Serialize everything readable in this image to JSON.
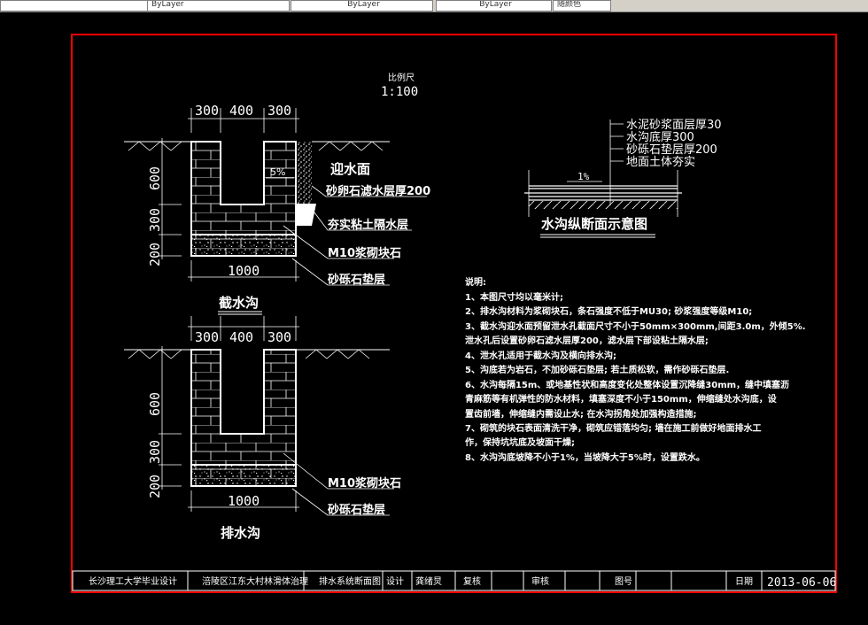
{
  "toolbar": {
    "layer_color": "ByLayer",
    "linetype": "ByLayer",
    "lineweight": "ByLayer",
    "plot_style": "随颜色"
  },
  "scale": {
    "label": "比例尺",
    "value": "1:100"
  },
  "intercept_ditch": {
    "title": "截水沟",
    "dims_top": [
      "300",
      "400",
      "300"
    ],
    "dims_left": [
      "600",
      "300",
      "200"
    ],
    "dim_bottom": "1000",
    "slope": "5%",
    "labels": [
      "迎水面",
      "砂卵石滤水层厚200",
      "夯实粘土隔水层",
      "M10浆砌块石",
      "砂砾石垫层"
    ]
  },
  "drain_ditch": {
    "title": "排水沟",
    "dims_top": [
      "300",
      "400",
      "300"
    ],
    "dims_left": [
      "600",
      "300",
      "200"
    ],
    "dim_bottom": "1000",
    "labels": [
      "M10浆砌块石",
      "砂砾石垫层"
    ]
  },
  "longitudinal": {
    "title": "水沟纵断面示意图",
    "slope": "1%",
    "layers": [
      "水泥砂浆面层厚30",
      "水沟底厚300",
      "砂砾石垫层厚200",
      "地面土体夯实"
    ]
  },
  "notes": {
    "heading": "说明:",
    "lines": [
      "1、本图尺寸均以毫米计;",
      "2、排水沟材料为浆砌块石，条石强度不低于MU30; 砂浆强度等级M10;",
      "3、截水沟迎水面预留泄水孔截面尺寸不小于50mm×300mm,间距3.0m，外倾5%.",
      "泄水孔后设置砂卵石滤水层厚200，滤水层下部设粘土隔水层;",
      "4、泄水孔适用于截水沟及横向排水沟;",
      "5、沟底若为岩石，不加砂砾石垫层; 若土质松软，需作砂砾石垫层.",
      "6、水沟每隔15m、或地基性状和高度变化处整体设置沉降缝30mm，缝中填塞沥",
      "青麻筋等有机弹性的防水材料，填塞深度不小于150mm，伸缩缝处水沟底，设",
      "置齿前墙，伸缩缝内需设止水; 在水沟拐角处加强构造措施;",
      "7、砌筑的块石表面清洗干净，砌筑应错落均匀; 墙在施工前做好地面排水工",
      "作，保持坑坑底及坡面干燥;",
      "8、水沟沟底坡降不小于1%，当坡降大于5%时，设置跌水。"
    ]
  },
  "title_block": {
    "school": "长沙理工大学毕业设计",
    "project": "涪陵区江东大村林滑体治理",
    "drawing": "排水系统断面图",
    "design_label": "设计",
    "designer": "龚绪炅",
    "check_label": "复核",
    "review_label": "审核",
    "number_label": "图号",
    "date_label": "日期",
    "date": "2013-06-06"
  },
  "colors": {
    "frame": "#ff0000",
    "background": "#000000",
    "lines": "#ffffff"
  }
}
